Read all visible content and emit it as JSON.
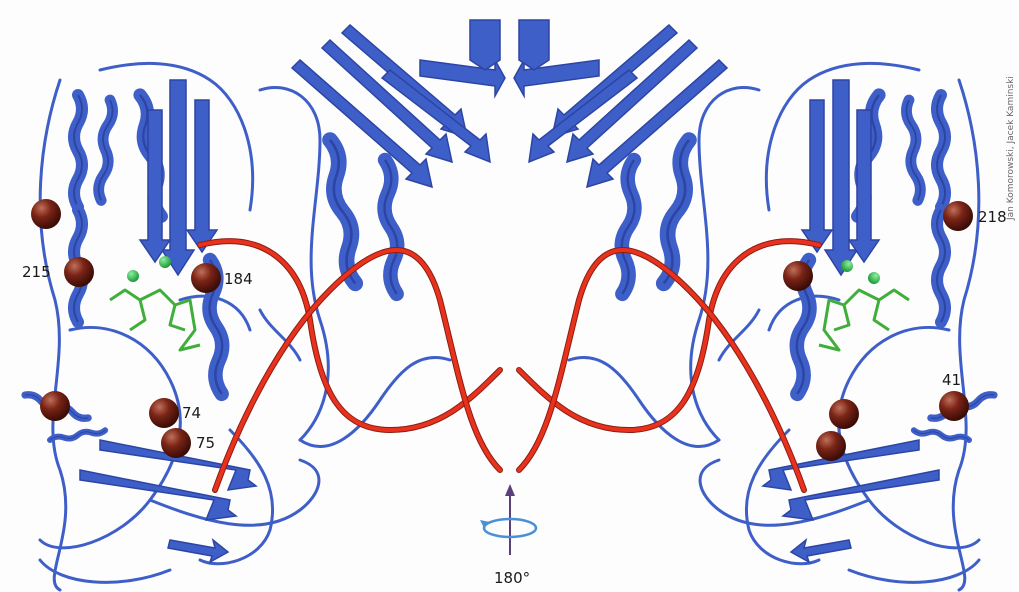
{
  "figure": {
    "residue_labels_left": [
      "215",
      "184",
      "74",
      "75"
    ],
    "residue_labels_right": [
      "218",
      "41"
    ],
    "rotation_label": "180°",
    "credit": "Jan Komorowski, Jacek Kaminski"
  },
  "colors": {
    "protein": "#3f5fc8",
    "protein_dark": "#2c45a4",
    "dna": "#e8321e",
    "dna_dark": "#8a1e12",
    "sphere": "#6e1e14",
    "ligand": "#3fae3a",
    "metal": "#2fb84a",
    "arrow": "#5a3f7a"
  }
}
